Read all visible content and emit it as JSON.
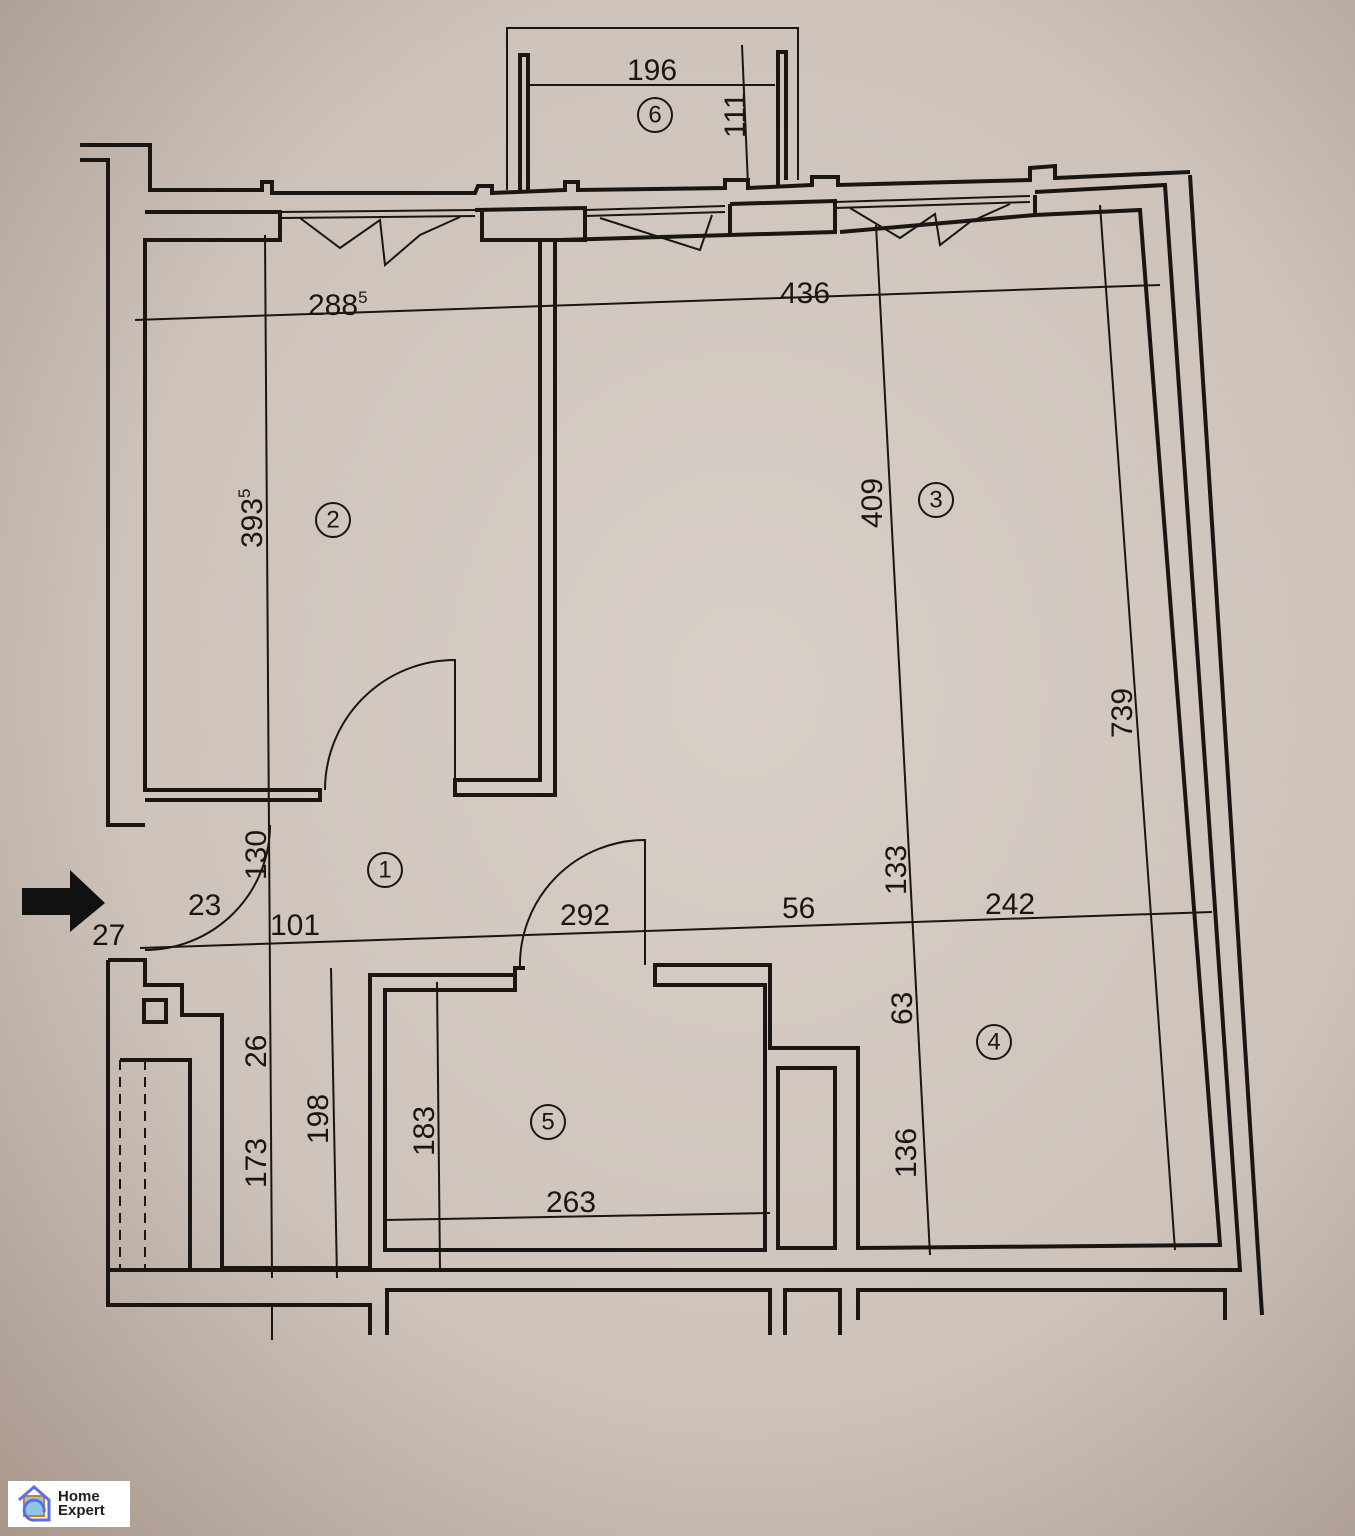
{
  "rooms": [
    "1",
    "2",
    "3",
    "4",
    "5",
    "6"
  ],
  "dimensions": {
    "d288": "288",
    "d288_sup": "5",
    "d393": "393",
    "d393_sup": "5",
    "d436": "436",
    "d409": "409",
    "d739": "739",
    "d196": "196",
    "d111": "111",
    "d130": "130",
    "d133": "133",
    "d27": "27",
    "d23": "23",
    "d101": "101",
    "d292": "292",
    "d56": "56",
    "d242": "242",
    "d63": "63",
    "d26": "26",
    "d173": "173",
    "d198": "198",
    "d183": "183",
    "d263": "263",
    "d136": "136"
  },
  "logo": {
    "line1": "Home",
    "line2": "Expert",
    "brand_color": "#5b6fe0"
  }
}
